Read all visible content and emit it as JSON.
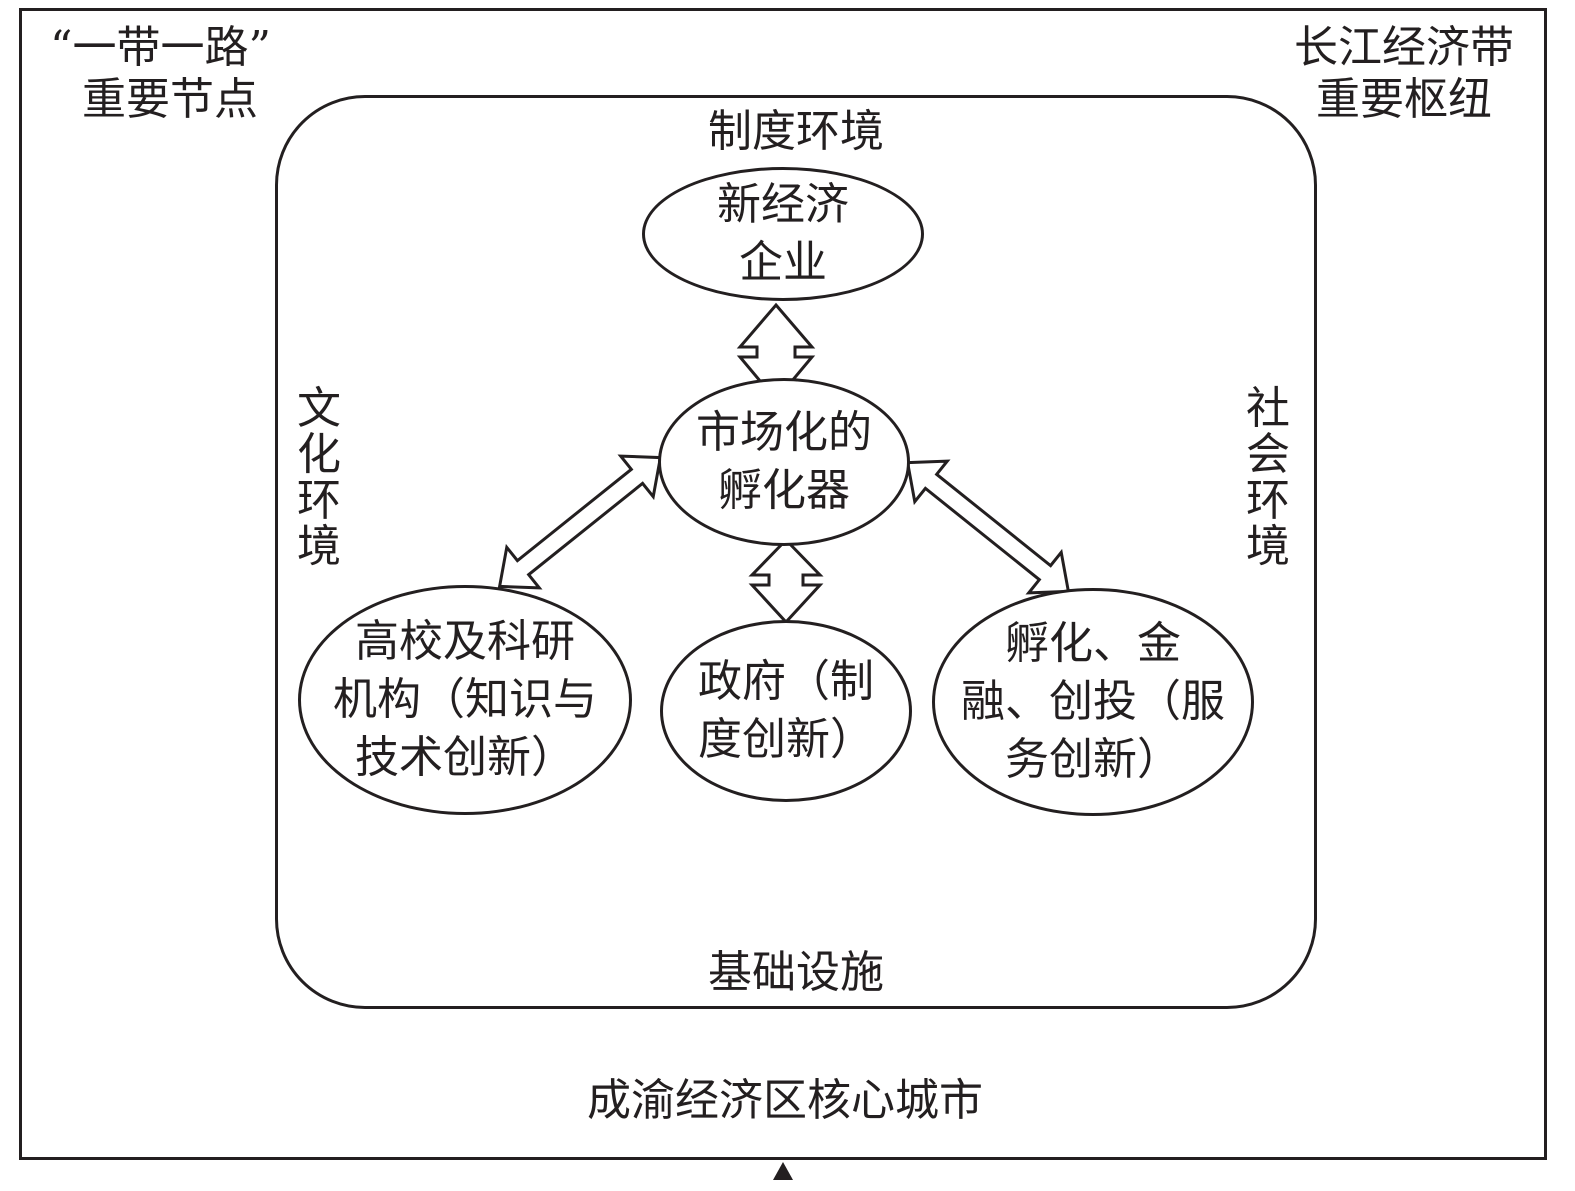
{
  "corners": {
    "top_left": [
      "“一带一路”",
      "重要节点"
    ],
    "top_right": [
      "长江经济带",
      "重要枢纽"
    ]
  },
  "bottom_label": "成渝经济区核心城市",
  "environment": {
    "top": "制度环境",
    "bottom": "基础设施",
    "left": "文化环境",
    "right": "社会环境"
  },
  "nodes": {
    "top": [
      "新经济",
      "企业"
    ],
    "center": [
      "市场化的",
      "孵化器"
    ],
    "left": [
      "高校及科研",
      "机构（知识与",
      "技术创新）"
    ],
    "middle": [
      "政府（制",
      "度创新）"
    ],
    "right": [
      "孵化、金",
      "融、创投（服",
      "务创新）"
    ]
  },
  "colors": {
    "stroke": "#231f20",
    "background": "#ffffff"
  }
}
